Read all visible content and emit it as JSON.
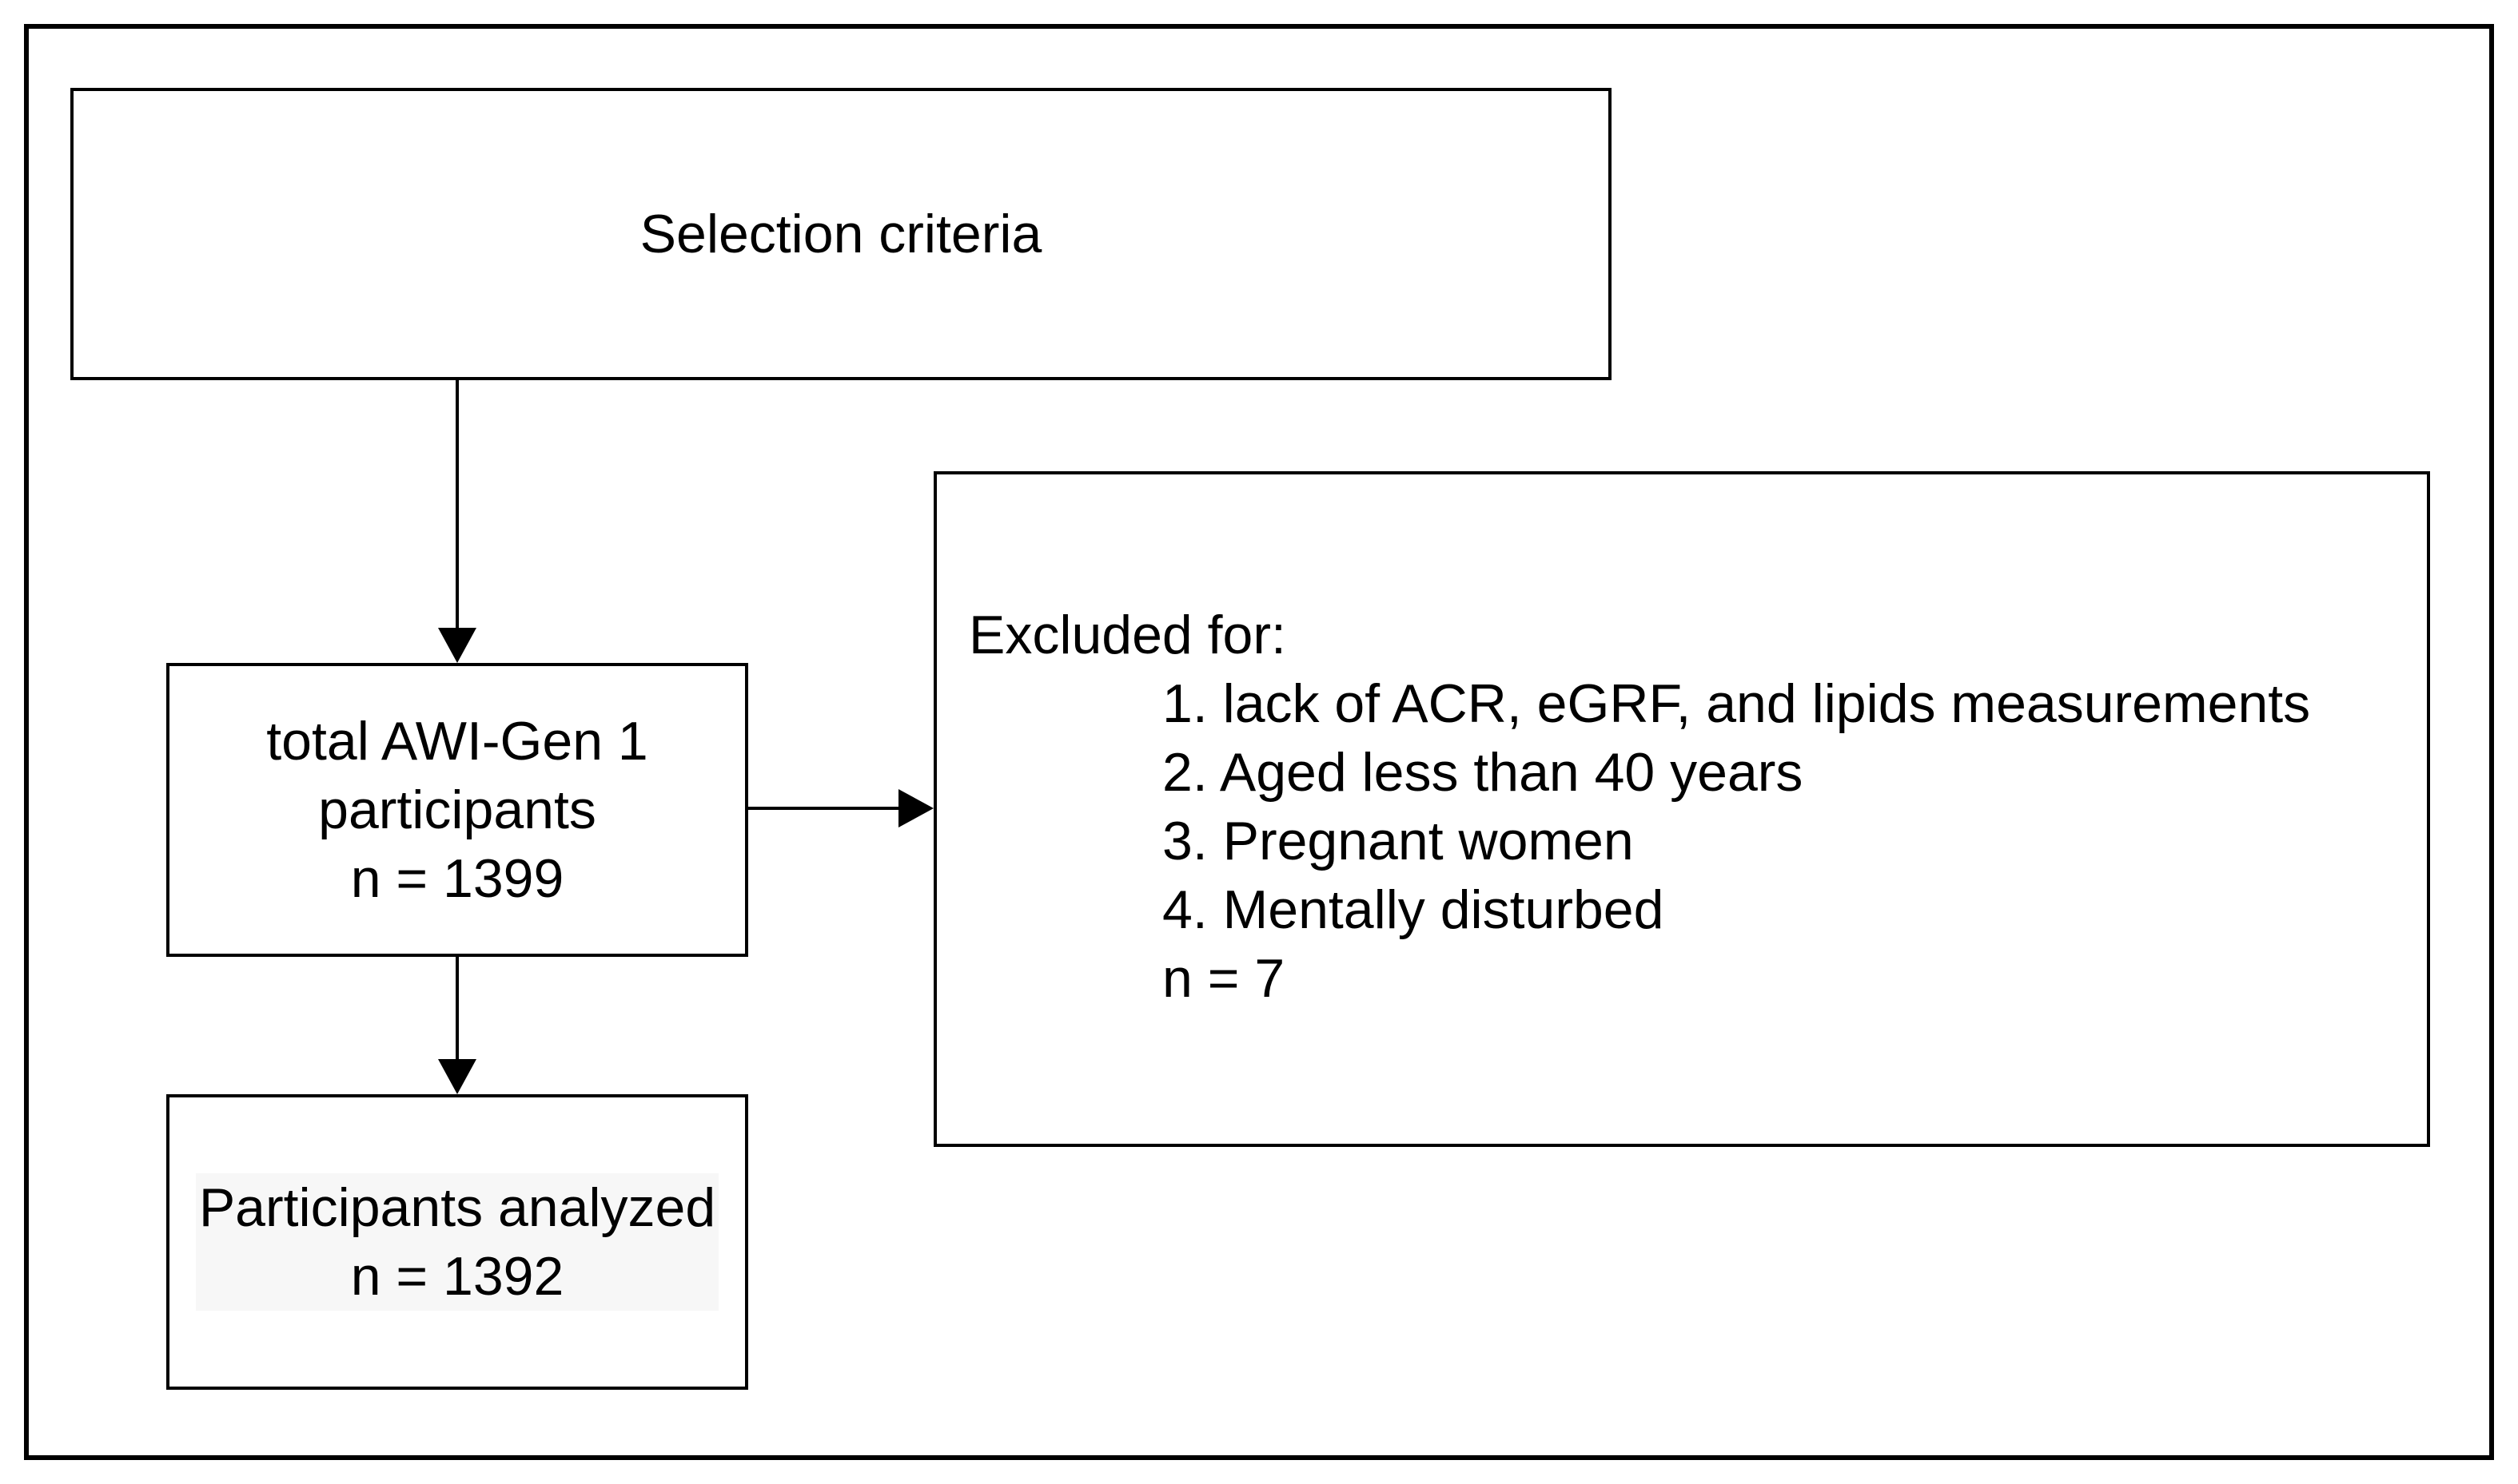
{
  "diagram": {
    "selection_box": {
      "label": "Selection criteria"
    },
    "total_box": {
      "lines": [
        "total AWI-Gen 1",
        "participants",
        "n = 1399"
      ]
    },
    "analyzed_box": {
      "lines": [
        "Participants analyzed",
        "n = 1392"
      ]
    },
    "excluded_box": {
      "heading": "Excluded for:",
      "items": [
        "1.  lack of ACR, eGRF, and lipids measurements",
        "2. Aged less than 40 years",
        "3. Pregnant women",
        "4. Mentally disturbed",
        "n = 7"
      ]
    }
  }
}
